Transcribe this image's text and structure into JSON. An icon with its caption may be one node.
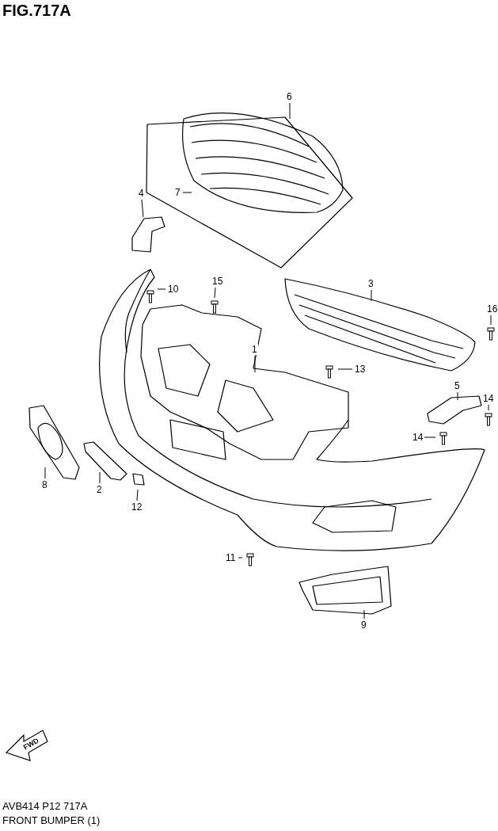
{
  "diagram": {
    "title": "FIG.717A",
    "nodes": [
      {
        "text": [
          "6"
        ]
      },
      {
        "text": [
          "7"
        ]
      },
      {
        "text": [
          "4"
        ]
      },
      {
        "text": [
          "10"
        ]
      },
      {
        "text": [
          "15"
        ]
      },
      {
        "text": [
          "3"
        ]
      },
      {
        "text": [
          "16"
        ]
      },
      {
        "text": [
          "1"
        ]
      },
      {
        "text": [
          "13"
        ]
      },
      {
        "text": [
          "5"
        ]
      },
      {
        "text": [
          "14"
        ]
      },
      {
        "text": [
          "14"
        ]
      },
      {
        "text": [
          "8"
        ]
      },
      {
        "text": [
          "2"
        ]
      },
      {
        "text": [
          "12"
        ]
      },
      {
        "text": [
          "11"
        ]
      },
      {
        "text": [
          "9"
        ]
      }
    ],
    "edges": [
      {
        "from": 0,
        "to": null,
        "arrow": "none"
      },
      {
        "from": 1,
        "to": null,
        "arrow": "none"
      },
      {
        "from": 2,
        "to": null,
        "arrow": "none"
      },
      {
        "from": 3,
        "to": null,
        "arrow": "none"
      },
      {
        "from": 4,
        "to": null,
        "arrow": "none"
      },
      {
        "from": 5,
        "to": null,
        "arrow": "none"
      },
      {
        "from": 6,
        "to": null,
        "arrow": "none"
      },
      {
        "from": 7,
        "to": null,
        "arrow": "none"
      },
      {
        "from": 8,
        "to": null,
        "arrow": "none"
      },
      {
        "from": 9,
        "to": null,
        "arrow": "none"
      },
      {
        "from": 10,
        "to": null,
        "arrow": "none"
      },
      {
        "from": 11,
        "to": null,
        "arrow": "none"
      },
      {
        "from": 12,
        "to": null,
        "arrow": "none"
      },
      {
        "from": 13,
        "to": null,
        "arrow": "none"
      },
      {
        "from": 14,
        "to": null,
        "arrow": "none"
      },
      {
        "from": 15,
        "to": null,
        "arrow": "none"
      },
      {
        "from": 16,
        "to": null,
        "arrow": "none"
      }
    ],
    "labels": [
      "FWD",
      "AVB414 P12 717A",
      "FRONT BUMPER (1)"
    ]
  }
}
